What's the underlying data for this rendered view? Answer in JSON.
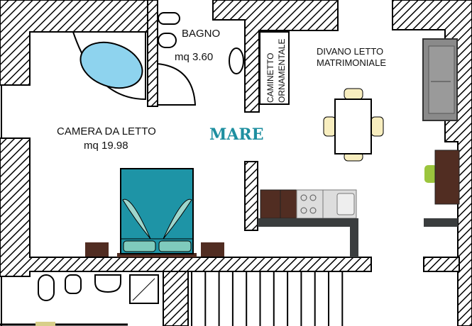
{
  "rooms": {
    "bathroom": {
      "name": "BAGNO",
      "area": "mq 3.60"
    },
    "bedroom": {
      "name": "CAMERA DA LETTO",
      "area": "mq 19.98"
    },
    "living": {
      "line1": "DIVANO LETTO",
      "line2": "MATRIMONIALE"
    },
    "fireplace": {
      "line1": "CAMINETTO",
      "line2": "ORNAMENTALE"
    }
  },
  "title": "MARE",
  "colors": {
    "accent": "#1e8fa0",
    "bed": "#1e94a6",
    "wood": "#512d22",
    "counter": "#3a3d3e",
    "chair": "#f8eebf",
    "sofa": "#8a8a8a",
    "tub": "#8ed3ee",
    "green": "#9bc53d"
  }
}
